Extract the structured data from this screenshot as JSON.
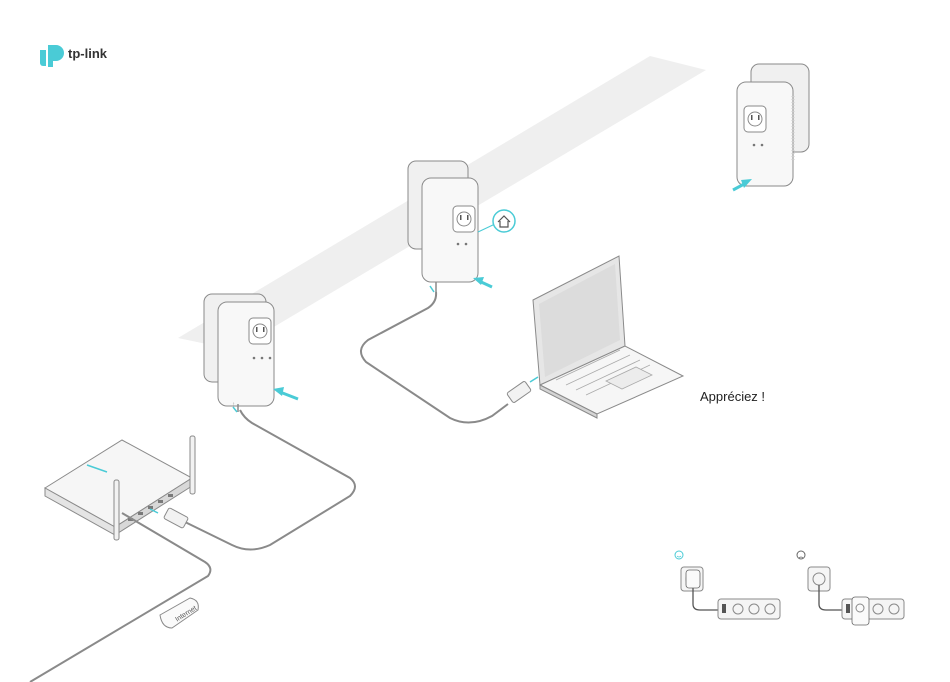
{
  "brand": {
    "name": "tp-link",
    "accent": "#4acbd6"
  },
  "labels": {
    "enjoy": "Appréciez !",
    "internet": "Internet"
  },
  "colors": {
    "teal": "#4acbd6",
    "line": "#8a8a8a",
    "device": "#f4f4f4",
    "band": "#ececec"
  },
  "icons": [
    "tp-link-logo-icon",
    "home-icon",
    "smile-icon",
    "frown-icon",
    "arrow-icon"
  ]
}
